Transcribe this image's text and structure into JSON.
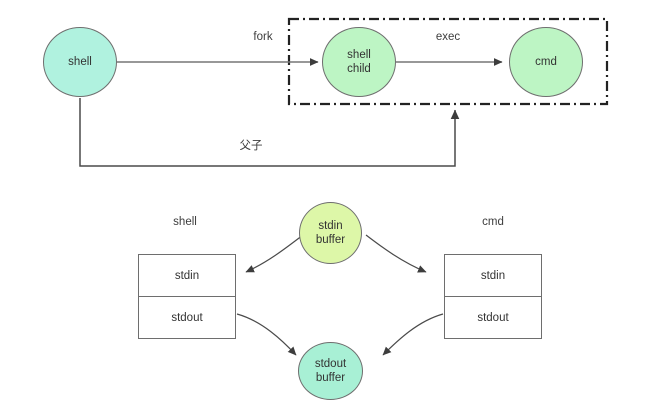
{
  "diagram": {
    "title": "shell fork/exec and stdio buffer diagram",
    "colors": {
      "mint": "#b0f2df",
      "green": "#bdf5c4",
      "lime": "#ddf7a8",
      "stroke": "#6e6e6e",
      "line": "#767676",
      "dark_line": "#3d3d3d",
      "text": "#333333",
      "background": "#ffffff"
    },
    "top_section": {
      "nodes": [
        {
          "id": "shell",
          "label": "shell",
          "shape": "ellipse",
          "fill": "#b0f2df"
        },
        {
          "id": "shell-child",
          "label": "shell\nchild",
          "line1": "shell",
          "line2": "child",
          "shape": "ellipse",
          "fill": "#bdf5c4"
        },
        {
          "id": "cmd",
          "label": "cmd",
          "shape": "ellipse",
          "fill": "#bdf5c4"
        }
      ],
      "group_border_style": "dash-dot",
      "edges": [
        {
          "id": "fork",
          "label": "fork",
          "from": "shell",
          "to": "shell-child"
        },
        {
          "id": "exec",
          "label": "exec",
          "from": "shell-child",
          "to": "cmd"
        },
        {
          "id": "parent-child",
          "label": "父子",
          "from": "shell",
          "to": "process-group"
        }
      ]
    },
    "bottom_section": {
      "group_labels": [
        {
          "id": "shell-group-label",
          "label": "shell"
        },
        {
          "id": "cmd-group-label",
          "label": "cmd"
        }
      ],
      "shell_box": {
        "rows": [
          "stdin",
          "stdout"
        ]
      },
      "cmd_box": {
        "rows": [
          "stdin",
          "stdout"
        ]
      },
      "buffers": [
        {
          "id": "stdin-buffer",
          "line1": "stdin",
          "line2": "buffer",
          "fill": "#ddf7a8"
        },
        {
          "id": "stdout-buffer",
          "line1": "stdout",
          "line2": "buffer",
          "fill": "#a8f0d5"
        }
      ],
      "edges": [
        {
          "id": "stdin-buffer-to-shell-stdin",
          "from": "stdin-buffer",
          "to": "shell.stdin"
        },
        {
          "id": "stdin-buffer-to-cmd-stdin",
          "from": "stdin-buffer",
          "to": "cmd.stdin"
        },
        {
          "id": "shell-stdout-to-stdout-buffer",
          "from": "shell.stdout",
          "to": "stdout-buffer"
        },
        {
          "id": "cmd-stdout-to-stdout-buffer",
          "from": "cmd.stdout",
          "to": "stdout-buffer"
        }
      ]
    }
  }
}
